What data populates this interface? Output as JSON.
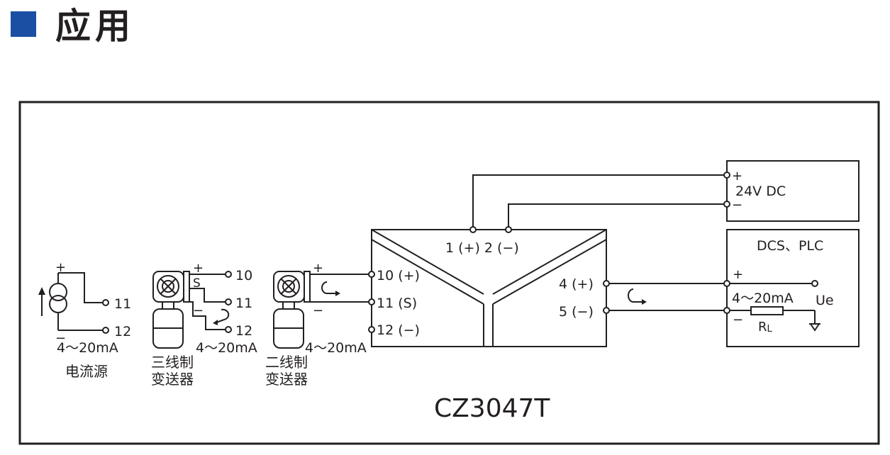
{
  "header": {
    "title": "应用"
  },
  "diagram": {
    "model": "CZ3047T",
    "power": {
      "label": "24V DC",
      "plus": "+",
      "minus": "−"
    },
    "dcs": {
      "label": "DCS、PLC",
      "plus": "+",
      "minus": "−",
      "current": "4～20mA",
      "ue": "Ue",
      "rl": "R",
      "rl_sub": "L"
    },
    "module": {
      "power_terminals": "1 (+) 2 (−)",
      "out_plus": "4 (+)",
      "out_minus": "5 (−)",
      "in_10": "10 (+)",
      "in_11": "11 (S)",
      "in_12": "12 (−)"
    },
    "current_source": {
      "plus": "+",
      "minus": "−",
      "t11": "11",
      "t12": "12",
      "range": "4～20mA",
      "name": "电流源"
    },
    "three_wire": {
      "plus": "+",
      "s": "S",
      "minus": "−",
      "t10": "10",
      "t11": "11",
      "t12": "12",
      "range": "4～20mA",
      "name_line1": "三线制",
      "name_line2": "变送器"
    },
    "two_wire": {
      "plus": "+",
      "minus": "−",
      "range": "4～20mA",
      "name_line1": "二线制",
      "name_line2": "变送器"
    }
  }
}
